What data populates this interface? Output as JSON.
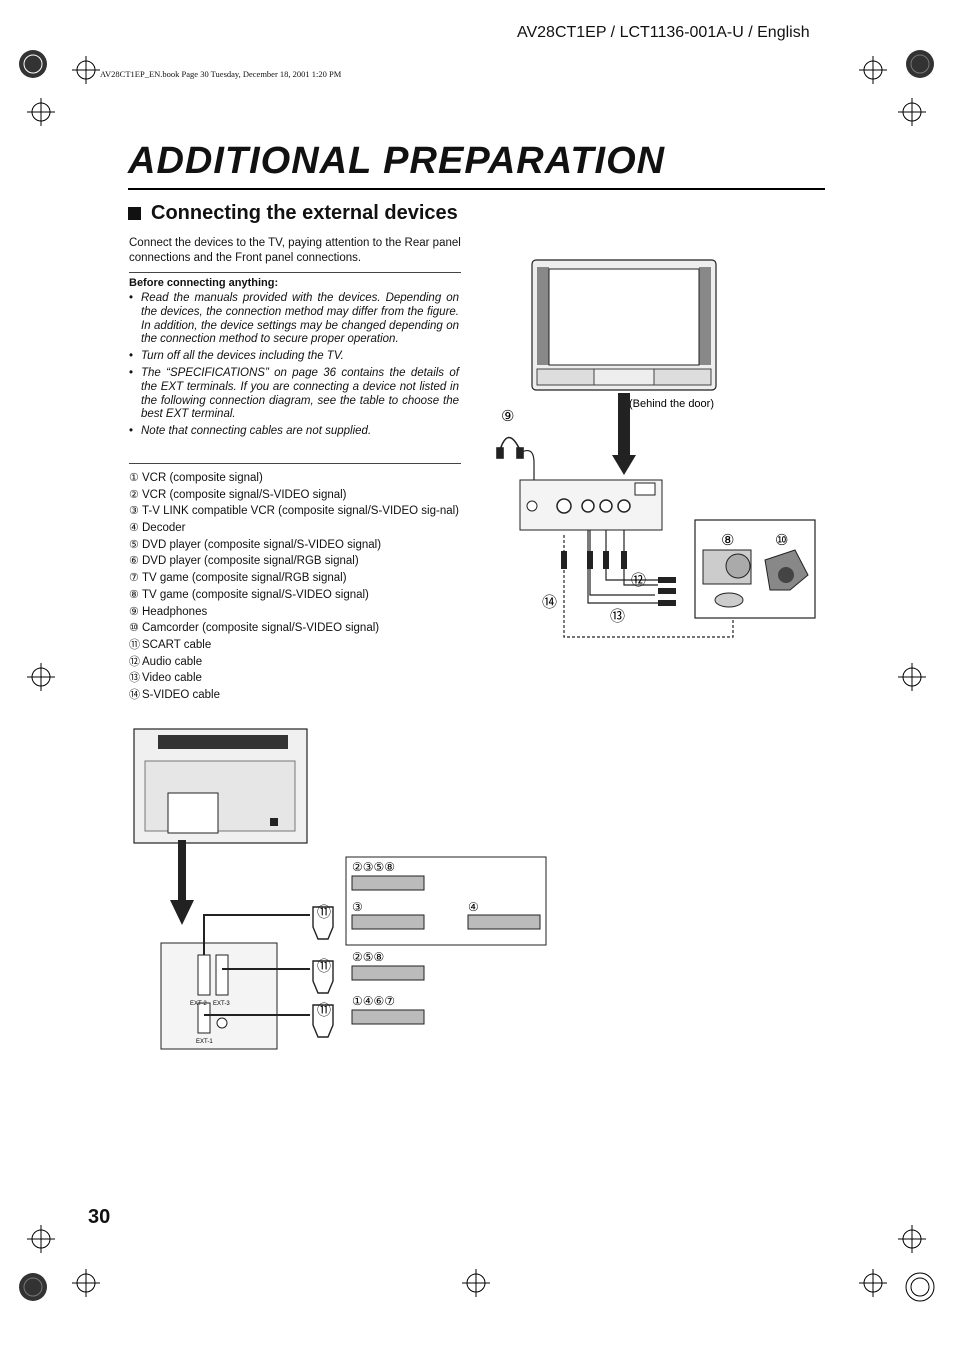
{
  "header": {
    "doc_code": "AV28CT1EP / LCT1136-001A-U / English",
    "book_line": "AV28CT1EP_EN.book  Page 30  Tuesday, December 18, 2001  1:20 PM"
  },
  "title": "ADDITIONAL PREPARATION",
  "section": {
    "heading": "Connecting the external devices",
    "intro": "Connect the devices to the TV, paying attention to the Rear panel connections and the Front panel connections.",
    "note_title": "Before connecting anything:",
    "notes": [
      "Read the manuals provided with the devices. Depending on the devices, the connection method may differ from the figure. In addition, the device settings may be changed depending on the connection method to secure proper operation.",
      "Turn off all the devices including the TV.",
      "The “SPECIFICATIONS” on page 36 contains the details of the EXT terminals. If you are connecting a device not listed in the following connection diagram, see the table to choose the best EXT terminal.",
      "Note that connecting cables are not supplied."
    ]
  },
  "devices": [
    {
      "num": "①",
      "label": "VCR (composite signal)"
    },
    {
      "num": "②",
      "label": "VCR (composite signal/S-VIDEO signal)"
    },
    {
      "num": "③",
      "label": "T-V LINK compatible VCR (composite signal/S-VIDEO sig-nal)"
    },
    {
      "num": "④",
      "label": "Decoder"
    },
    {
      "num": "⑤",
      "label": "DVD player (composite signal/S-VIDEO signal)"
    },
    {
      "num": "⑥",
      "label": "DVD player (composite signal/RGB signal)"
    },
    {
      "num": "⑦",
      "label": "TV game (composite signal/RGB signal)"
    },
    {
      "num": "⑧",
      "label": "TV game (composite signal/S-VIDEO signal)"
    },
    {
      "num": "⑨",
      "label": "Headphones"
    },
    {
      "num": "⑩",
      "label": "Camcorder (composite signal/S-VIDEO signal)"
    },
    {
      "num": "⑪",
      "label": "SCART cable"
    },
    {
      "num": "⑫",
      "label": "Audio cable"
    },
    {
      "num": "⑬",
      "label": "Video cable"
    },
    {
      "num": "⑭",
      "label": "S-VIDEO cable"
    }
  ],
  "front_diagram": {
    "door_label": "(Behind the door)",
    "callout_headphones": "⑨",
    "callout_game": "⑧",
    "callout_camcorder": "⑩",
    "callout_audio": "⑫",
    "callout_video": "⑬",
    "callout_svideo": "⑭"
  },
  "rear_diagram": {
    "group1": "②③⑤⑧",
    "group1a": "③",
    "group1b": "④",
    "group2": "②⑤⑧",
    "group3": "①④⑥⑦",
    "scart": "⑪",
    "ext2": "EXT-2",
    "ext3": "EXT-3",
    "ext1": "EXT-1"
  },
  "page_number": "30"
}
